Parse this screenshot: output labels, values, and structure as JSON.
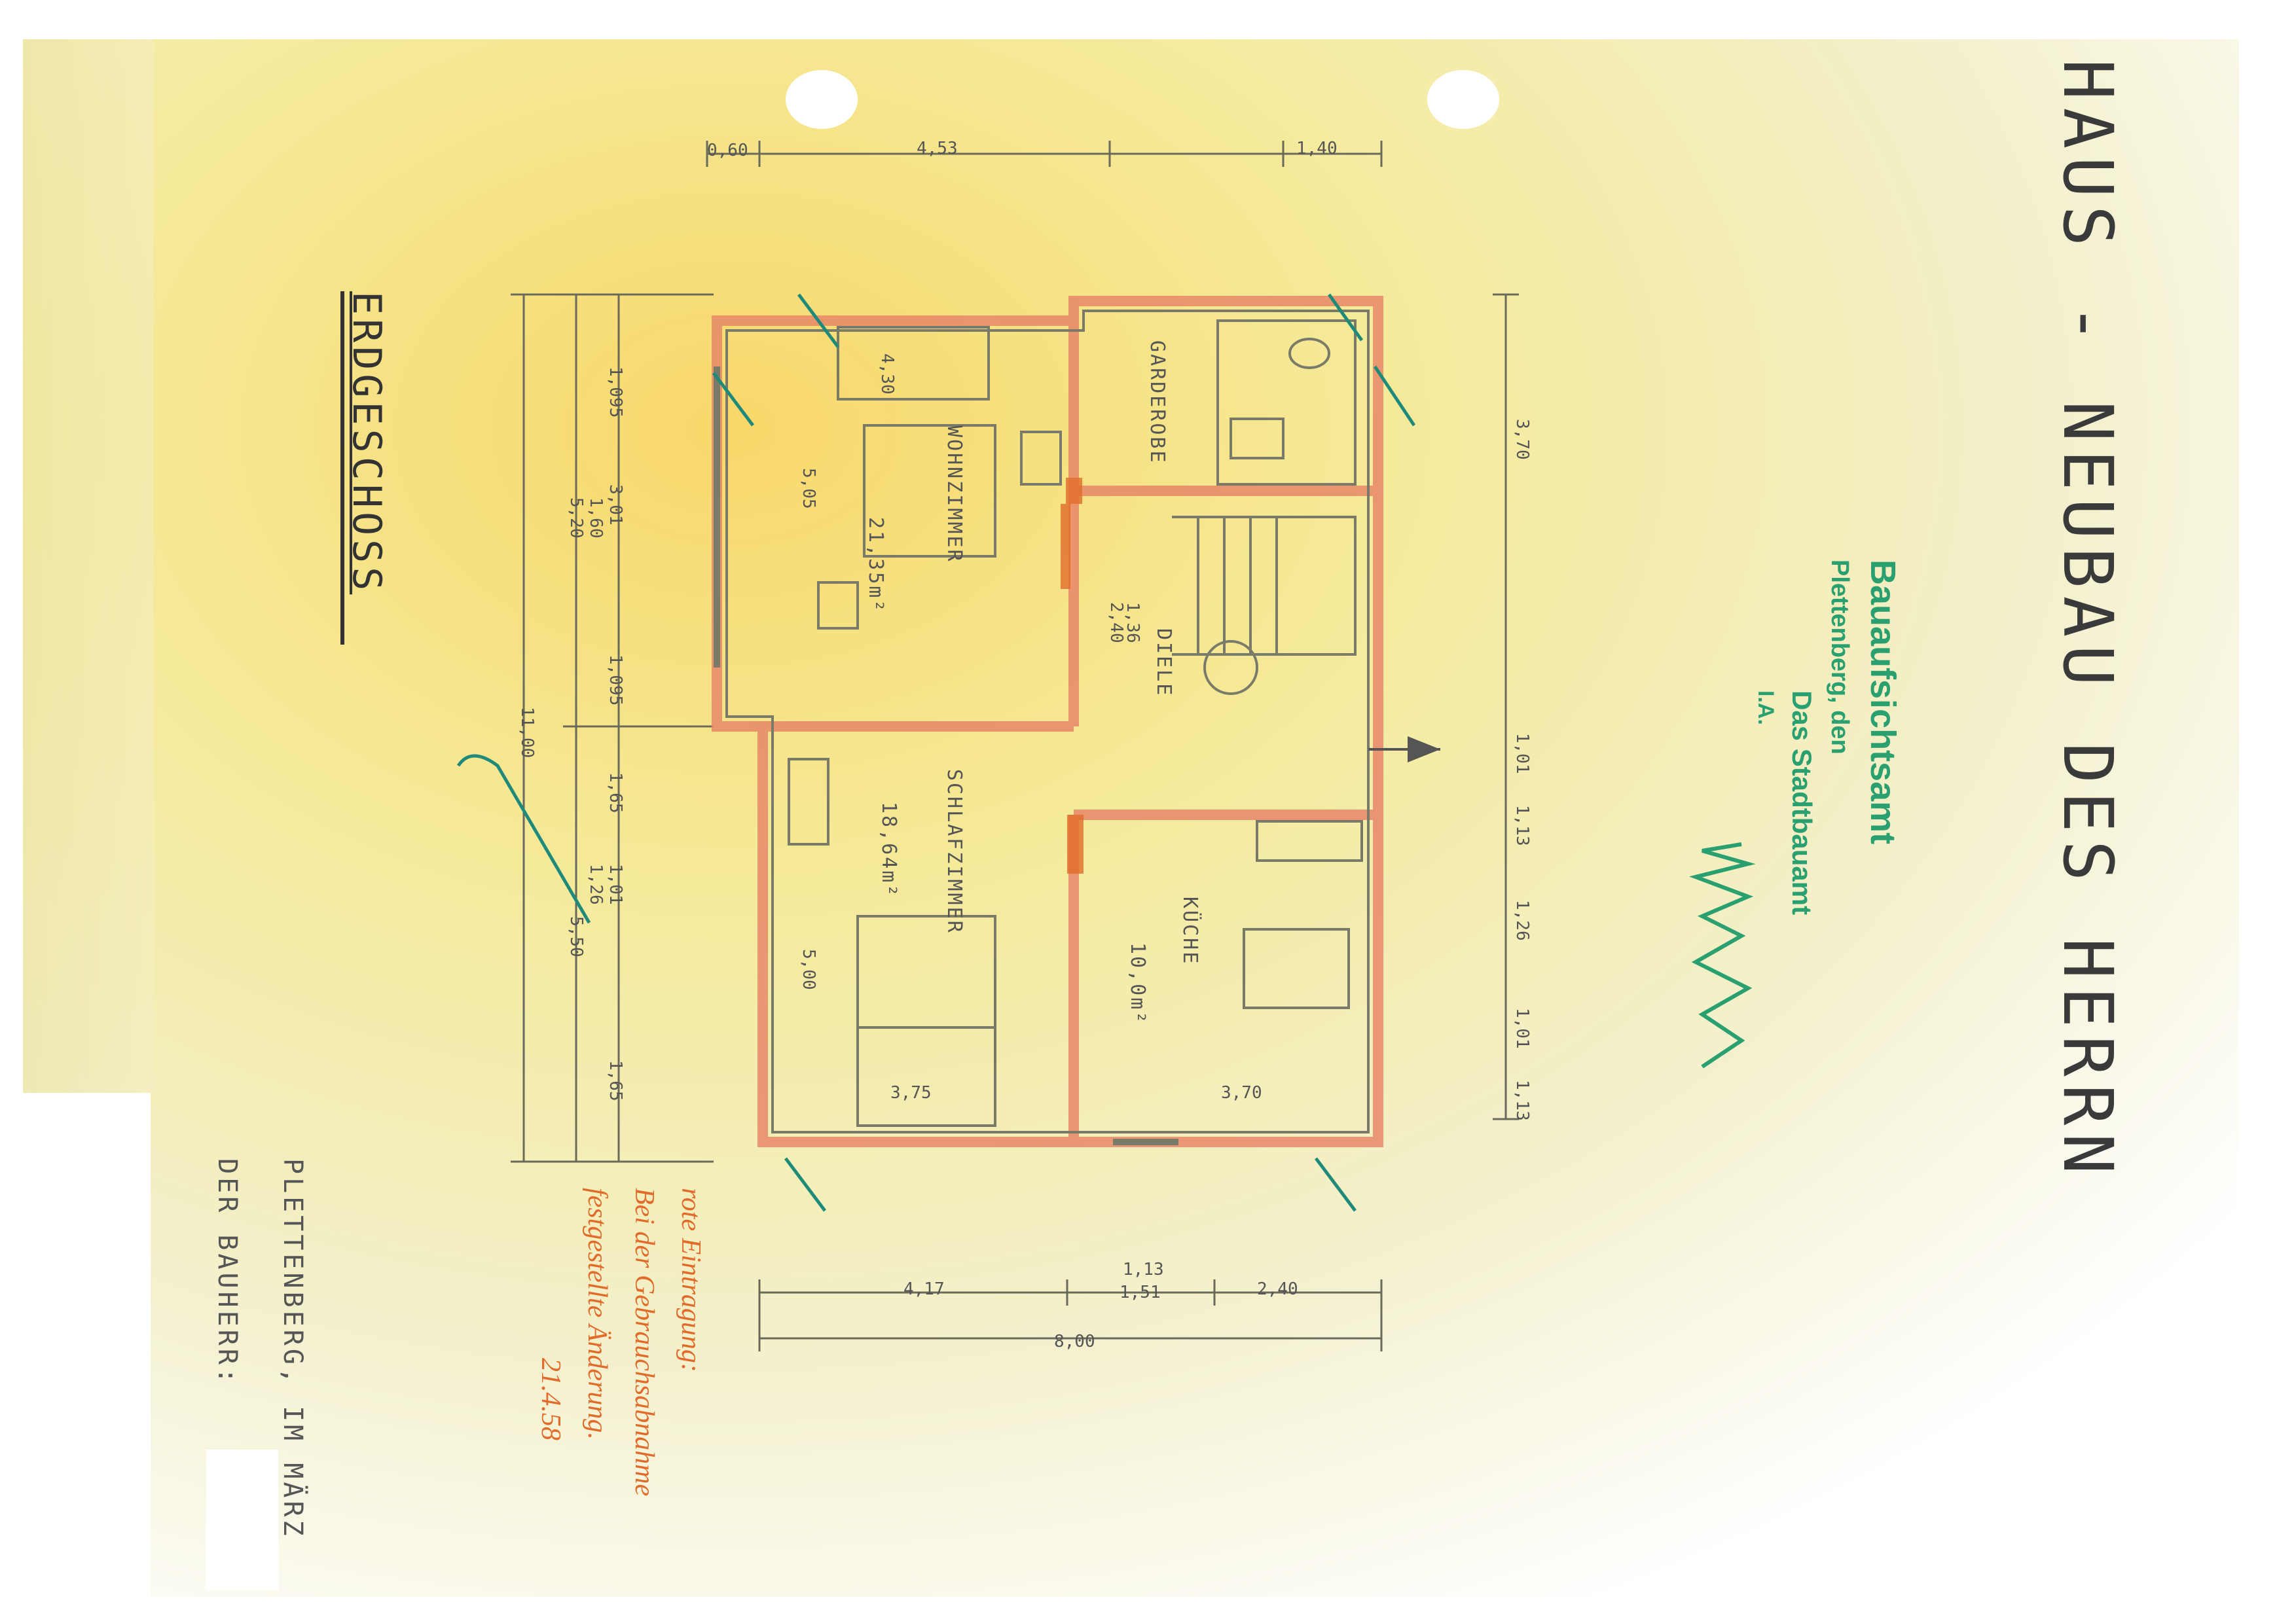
{
  "header": {
    "title": "HAUS - NEUBAU DES HERRN"
  },
  "drawing": {
    "floor_label": "ERDGESCHOSS"
  },
  "rooms": {
    "wohnzimmer": {
      "name": "WOHNZIMMER",
      "area": "21,35m²"
    },
    "schlafzimmer": {
      "name": "SCHLAFZIMMER",
      "area": "18,64m²"
    },
    "kueche": {
      "name": "KÜCHE",
      "area": "10,0m²"
    },
    "diele": {
      "name": "DIELE"
    },
    "garderobe": {
      "name": "GARDEROBE"
    }
  },
  "dimensions": {
    "top": [
      "0,60",
      "4,53",
      "1,40"
    ],
    "bottom": [
      "4,17",
      "1,13",
      "1,51",
      "2,40",
      "8,00"
    ],
    "left": [
      "1,095",
      "3,01",
      "1,60",
      "5,20",
      "1,095",
      "11,00",
      "1,65",
      "1,01",
      "1,26",
      "5,50",
      "1,65"
    ],
    "right": [
      "3,70",
      "1,01",
      "1,13",
      "1,26",
      "1,01",
      "1,13"
    ],
    "interior": [
      "4,30",
      "5,05",
      "3,75",
      "5,00",
      "3,70",
      "2,40",
      "1,36"
    ]
  },
  "stamp": {
    "line1": "Bauaufsichtsamt",
    "line2": "Plettenberg, den",
    "line3": "Das Stadtbauamt",
    "line4": "I.A."
  },
  "annotation": {
    "line1": "rote Eintragung:",
    "line2": "Bei der Gebrauchsabnahme",
    "line3": "festgestellte Änderung.",
    "line4": "21.4.58"
  },
  "footer": {
    "place": "PLETTENBERG, IM MÄRZ",
    "builder": "DER BAUHERR:"
  },
  "colors": {
    "paper_warm": "#f7e27a",
    "stamp": "#2aa070",
    "red_walls": "#e8876a",
    "note": "#e06b2a"
  }
}
